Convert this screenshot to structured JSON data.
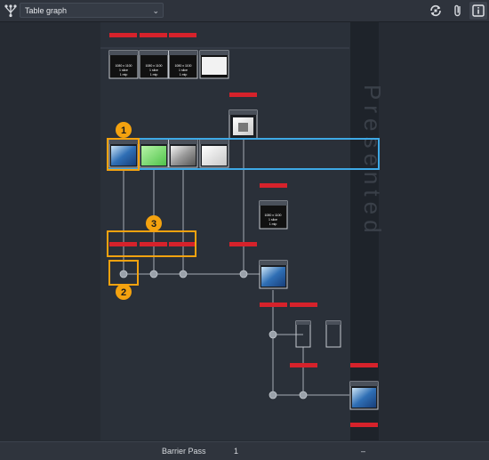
{
  "toolbar": {
    "graph_select": {
      "value": "Table graph"
    },
    "icons": [
      "resource-graph-icon",
      "sync-icon",
      "attach-icon",
      "info-icon"
    ]
  },
  "graph": {
    "presented_label": "Presented",
    "callouts": [
      "1",
      "2",
      "3"
    ],
    "thumbnail_lines": [
      "1080 x 1100",
      "1 slice",
      "1 mip"
    ],
    "colors": {
      "barrier_red": "#d6222b",
      "highlight_blue": "#3ea9e6",
      "callout_orange": "#f4a20f",
      "node_gray": "#9aa1aa"
    }
  },
  "footer": {
    "name": "Barrier Pass",
    "count": "1",
    "dash": "–"
  }
}
